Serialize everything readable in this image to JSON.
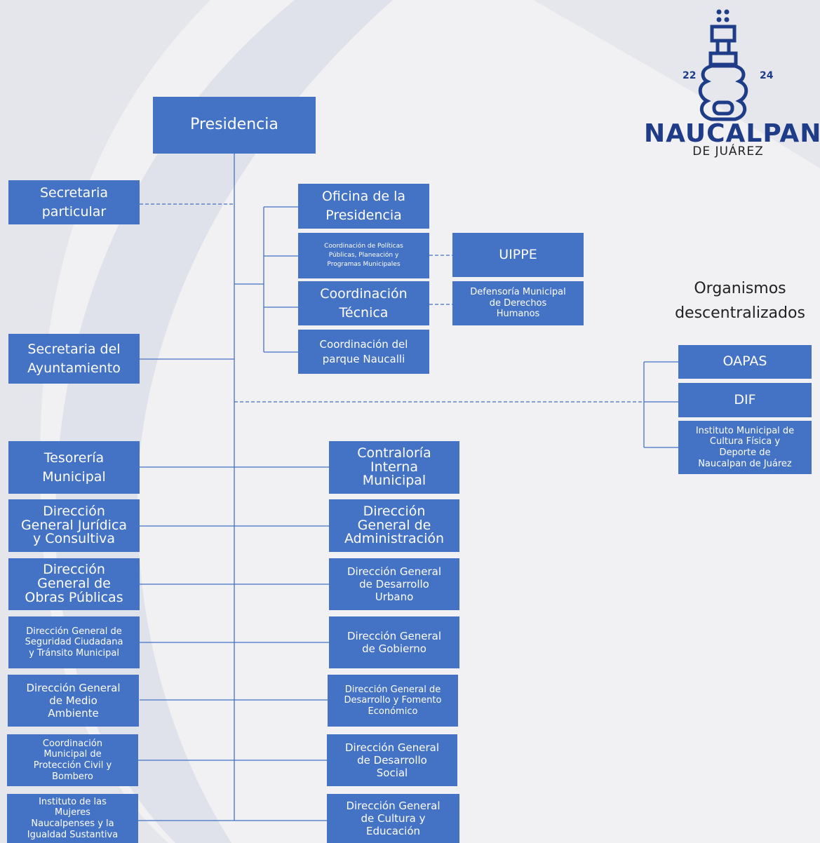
{
  "logo": {
    "year_left": "22",
    "year_right": "24",
    "name": "NAUCALPAN",
    "subtitle": "DE JUÁREZ"
  },
  "org_title": "Organismos\ndescentralizados",
  "boxes": {
    "presidencia": "Presidencia",
    "secretaria_particular": "Secretaria\nparticular",
    "oficina_presidencia": "Oficina de la\nPresidencia",
    "coord_politicas": "Coordinación de Políticas\nPúblicas, Planeación y\nProgramas Municipales",
    "uippe": "UIPPE",
    "coord_tecnica": "Coordinación\nTécnica",
    "defensoria": "Defensoría Municipal\nde Derechos\nHumanos",
    "coord_parque": "Coordinación del\nparque Naucalli",
    "secretaria_ayuntamiento": "Secretaria del\nAyuntamiento",
    "oapas": "OAPAS",
    "dif": "DIF",
    "instituto_cultura_fisica": "Instituto Municipal de\nCultura Física y\nDeporte de\nNaucalpan de Juárez",
    "tesoreria": "Tesorería\nMunicipal",
    "contraloria": "Contraloría\nInterna\nMunicipal",
    "juridica": "Dirección\nGeneral Jurídica\ny Consultiva",
    "administracion": "Dirección\nGeneral de\nAdministración",
    "obras": "Dirección\nGeneral de\nObras Públicas",
    "desarrollo_urbano": "Dirección General\nde Desarrollo\nUrbano",
    "seguridad": "Dirección General de\nSeguridad Ciudadana\ny Tránsito Municipal",
    "gobierno": "Dirección General\nde Gobierno",
    "medio_ambiente": "Dirección General\nde Medio\nAmbiente",
    "fomento_economico": "Dirección General de\nDesarrollo y Fomento\nEconómico",
    "proteccion_civil": "Coordinación\nMunicipal de\nProtección Civil y\nBombero",
    "desarrollo_social": "Dirección General\nde Desarrollo\nSocial",
    "mujeres": "Instituto de las\nMujeres\nNaucalpenses y la\nIgualdad Sustantiva",
    "cultura_educacion": "Dirección General\nde Cultura y\nEducación"
  },
  "colors": {
    "box": "#4472c4",
    "line": "#4472c4",
    "logo": "#1f3c88"
  }
}
